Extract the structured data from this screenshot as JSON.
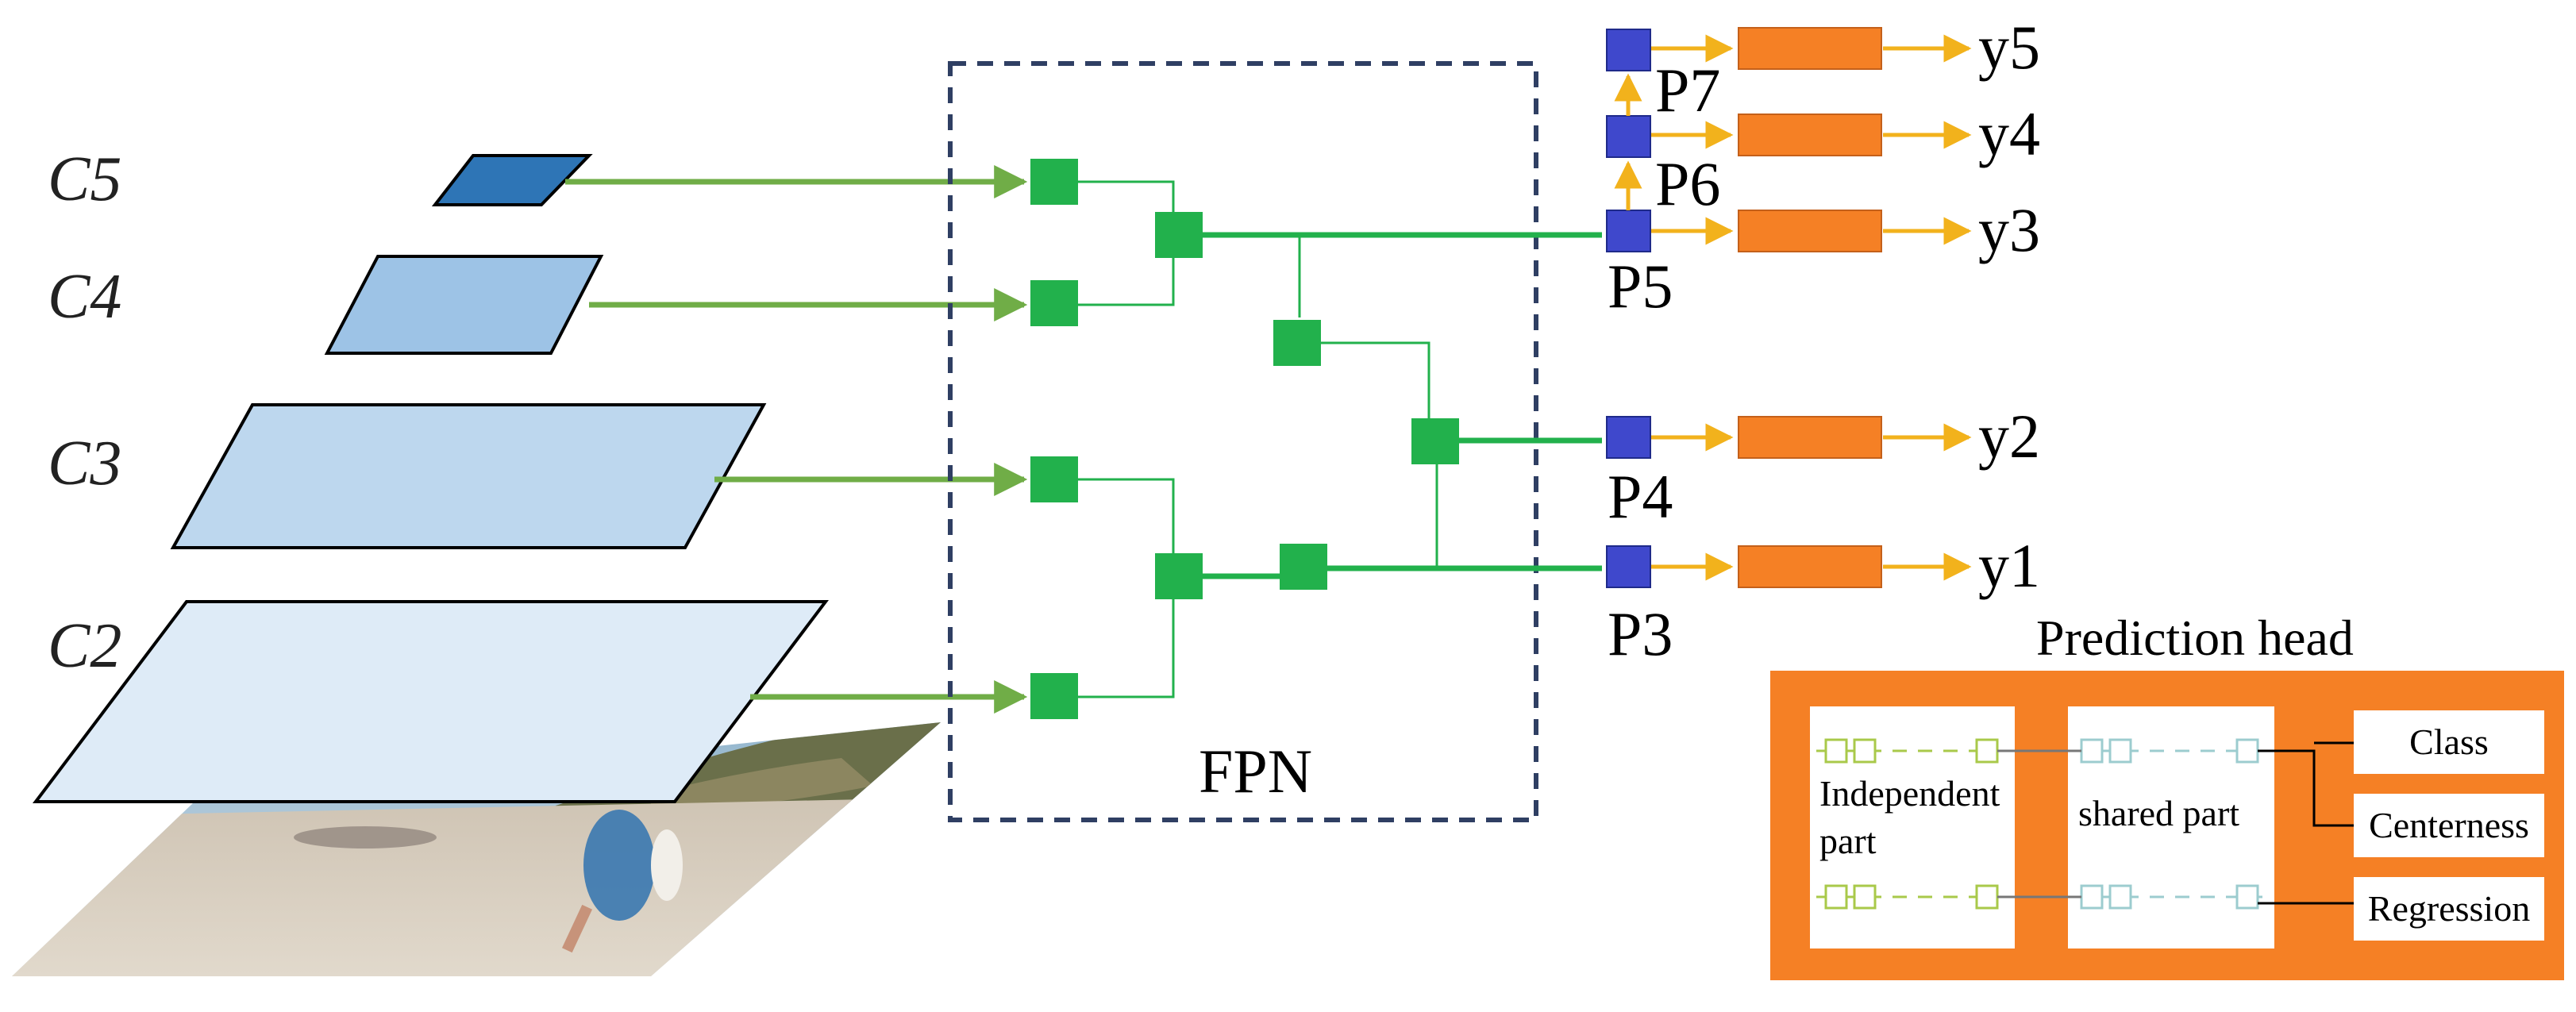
{
  "diagram": {
    "backbone_labels": [
      "C5",
      "C4",
      "C3",
      "C2"
    ],
    "fpn_label": "FPN",
    "pyramid_labels": [
      "P7",
      "P6",
      "P5",
      "P4",
      "P3"
    ],
    "output_labels": [
      "y5",
      "y4",
      "y3",
      "y2",
      "y1"
    ],
    "head": {
      "title": "Prediction head",
      "independent_label_line1": "Independent",
      "independent_label_line2": "part",
      "shared_label": "shared part",
      "outputs": [
        "Class",
        "Centerness",
        "Regression"
      ]
    },
    "colors": {
      "green_node": "#22b14c",
      "green_line": "#70ad47",
      "fpn_border": "#2f3f63",
      "pyramid_node": "#3f48cc",
      "orange": "#f58025",
      "arrow_yellow": "#f2b21c",
      "c5_fill": "#2e75b6",
      "c4_fill": "#9dc3e6",
      "c3_fill": "#bdd7ee",
      "c2_fill": "#deebf7"
    }
  }
}
